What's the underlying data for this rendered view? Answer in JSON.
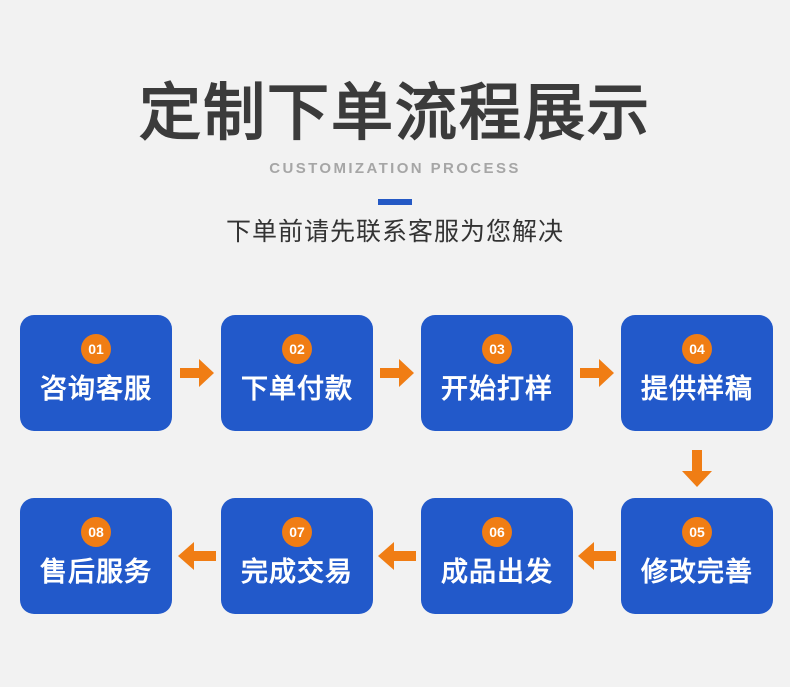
{
  "header": {
    "title": "定制下单流程展示",
    "subtitle_en": "CUSTOMIZATION PROCESS",
    "subtitle_cn": "下单前请先联系客服为您解决",
    "divider_color": "#2459c5"
  },
  "colors": {
    "background": "#f2f2f2",
    "box_blue": "#2259ca",
    "badge_orange": "#f07d14",
    "arrow_orange": "#f07d14",
    "title_gray": "#3b3b3b",
    "subtitle_en_gray": "#a6a6a6",
    "subtitle_cn_gray": "#333333"
  },
  "flow": {
    "steps": [
      {
        "number": "01",
        "label": "咨询客服"
      },
      {
        "number": "02",
        "label": "下单付款"
      },
      {
        "number": "03",
        "label": "开始打样"
      },
      {
        "number": "04",
        "label": "提供样稿"
      },
      {
        "number": "05",
        "label": "修改完善"
      },
      {
        "number": "06",
        "label": "成品出发"
      },
      {
        "number": "07",
        "label": "完成交易"
      },
      {
        "number": "08",
        "label": "售后服务"
      }
    ],
    "arrows": [
      {
        "name": "arrow-right-01-02",
        "direction": "right"
      },
      {
        "name": "arrow-right-02-03",
        "direction": "right"
      },
      {
        "name": "arrow-right-03-04",
        "direction": "right"
      },
      {
        "name": "arrow-down-04-05",
        "direction": "down"
      },
      {
        "name": "arrow-left-05-06",
        "direction": "left"
      },
      {
        "name": "arrow-left-06-07",
        "direction": "left"
      },
      {
        "name": "arrow-left-07-08",
        "direction": "left"
      }
    ]
  }
}
